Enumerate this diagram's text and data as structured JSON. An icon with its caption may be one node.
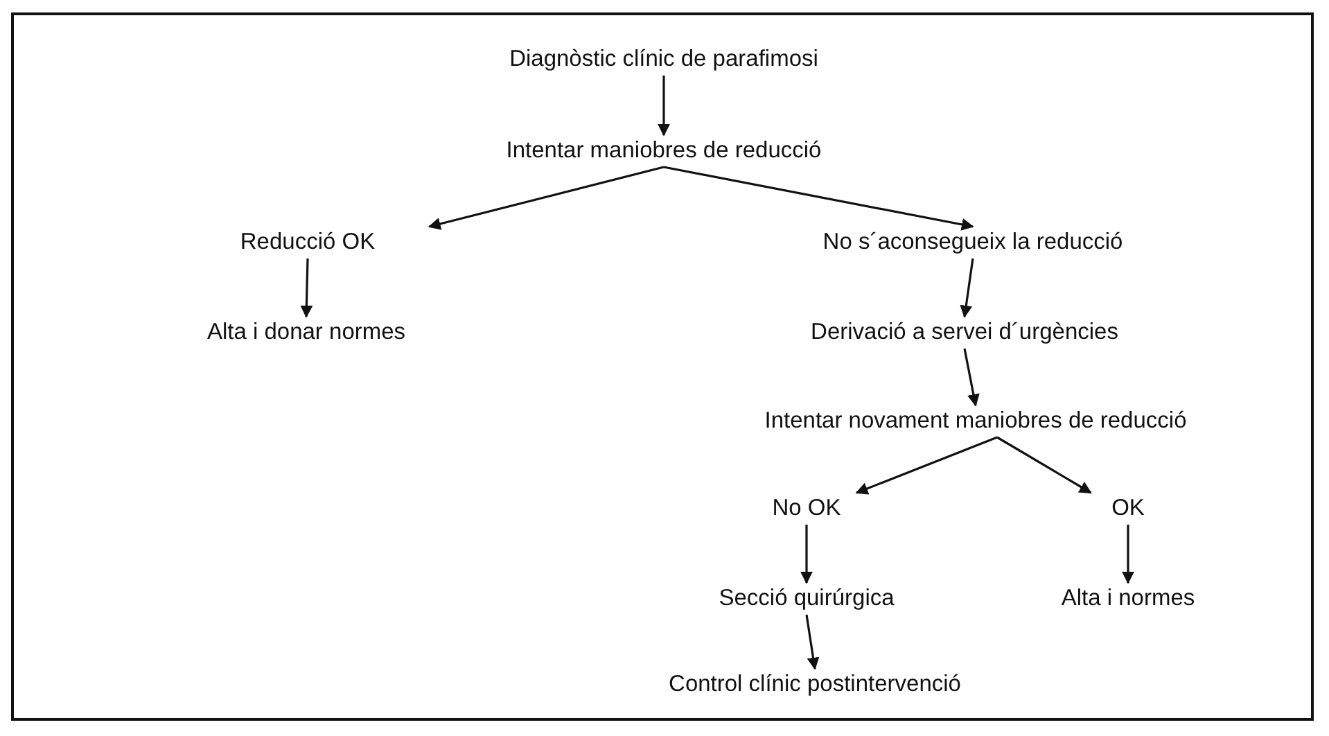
{
  "diagram": {
    "nodes": [
      {
        "text": [
          "Diagnòstic clínic de parafimosi"
        ]
      },
      {
        "text": [
          "Intentar maniobres de reducció"
        ]
      },
      {
        "text": [
          "Reducció OK"
        ]
      },
      {
        "text": [
          "No s´aconsegueix la reducció"
        ]
      },
      {
        "text": [
          "Alta i donar normes"
        ]
      },
      {
        "text": [
          "Derivació a servei d´urgències"
        ]
      },
      {
        "text": [
          "Intentar novament maniobres de reducció"
        ]
      },
      {
        "text": [
          "No OK"
        ]
      },
      {
        "text": [
          "OK"
        ]
      },
      {
        "text": [
          "Secció quirúrgica"
        ]
      },
      {
        "text": [
          "Alta i normes"
        ]
      },
      {
        "text": [
          "Control clínic postintervenció"
        ]
      }
    ],
    "edges": [
      {
        "from": 0,
        "to": 1,
        "arrow": "to"
      },
      {
        "from": 1,
        "to": 2,
        "arrow": "to"
      },
      {
        "from": 1,
        "to": 3,
        "arrow": "to"
      },
      {
        "from": 2,
        "to": 4,
        "arrow": "to"
      },
      {
        "from": 3,
        "to": 5,
        "arrow": "to"
      },
      {
        "from": 5,
        "to": 6,
        "arrow": "to"
      },
      {
        "from": 6,
        "to": 7,
        "arrow": "to"
      },
      {
        "from": 6,
        "to": 8,
        "arrow": "to"
      },
      {
        "from": 7,
        "to": 9,
        "arrow": "to"
      },
      {
        "from": 8,
        "to": 10,
        "arrow": "to"
      },
      {
        "from": 9,
        "to": 11,
        "arrow": "to"
      }
    ]
  }
}
